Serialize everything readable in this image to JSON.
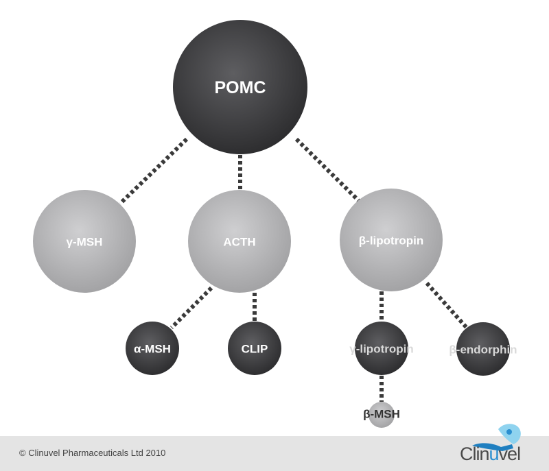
{
  "diagram": {
    "title_node": "POMC",
    "nodes": {
      "pomc": "POMC",
      "gamma_msh": "γ-MSH",
      "acth": "ACTH",
      "beta_lipotropin": "β-lipotropin",
      "alpha_msh": "α-MSH",
      "clip": "CLIP",
      "gamma_lipotropin": "γ-lipotropin",
      "beta_endorphin": "β-endorphin",
      "beta_msh": "β-MSH"
    },
    "edges": [
      [
        "POMC",
        "γ-MSH"
      ],
      [
        "POMC",
        "ACTH"
      ],
      [
        "POMC",
        "β-lipotropin"
      ],
      [
        "ACTH",
        "α-MSH"
      ],
      [
        "ACTH",
        "CLIP"
      ],
      [
        "β-lipotropin",
        "γ-lipotropin"
      ],
      [
        "β-lipotropin",
        "β-endorphin"
      ],
      [
        "γ-lipotropin",
        "β-MSH"
      ]
    ]
  },
  "footer": {
    "copyright": "© Clinuvel Pharmaceuticals Ltd 2010",
    "logo_text_1": "Clin",
    "logo_text_2": "u",
    "logo_text_3": "vel"
  },
  "colors": {
    "dark_node": "#3a3a3c",
    "light_node": "#b5b5b7",
    "footer_bg": "#e4e4e4",
    "logo_blue": "#2a8fd0"
  }
}
